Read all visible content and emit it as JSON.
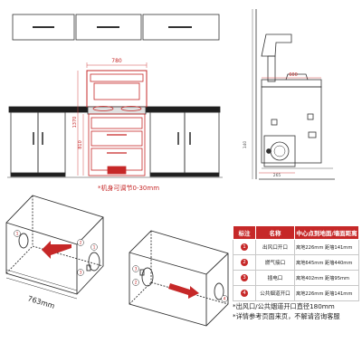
{
  "front_view": {
    "width_dim": "780",
    "height_dims": [
      "1370",
      "810"
    ],
    "adjust_note": "*机身可调节0-30mm"
  },
  "side_view": {
    "depth_dim": "600",
    "small_dims": [
      "140",
      "265"
    ]
  },
  "iso_views": {
    "depth_label": "763mm",
    "callouts": [
      "1",
      "2",
      "3",
      "4"
    ]
  },
  "legend": {
    "headers": [
      "标注",
      "名称",
      "中心点到地面/墙面距离"
    ],
    "rows": [
      {
        "num": "1",
        "name": "出风口开口",
        "desc": "离地226mm 距墙141mm"
      },
      {
        "num": "2",
        "name": "燃气接口",
        "desc": "离地645mm 距墙440mm"
      },
      {
        "num": "3",
        "name": "插电口",
        "desc": "离地402mm 距墙95mm"
      },
      {
        "num": "4",
        "name": "公共烟道开口",
        "desc": "离地226mm 距墙141mm"
      }
    ]
  },
  "notes": [
    "*出风口/公共烟道开口直径180mm",
    "*详情参考页面来页，不解请咨询客服"
  ],
  "colors": {
    "accent": "#c62828",
    "dim": "#d24a4a"
  }
}
